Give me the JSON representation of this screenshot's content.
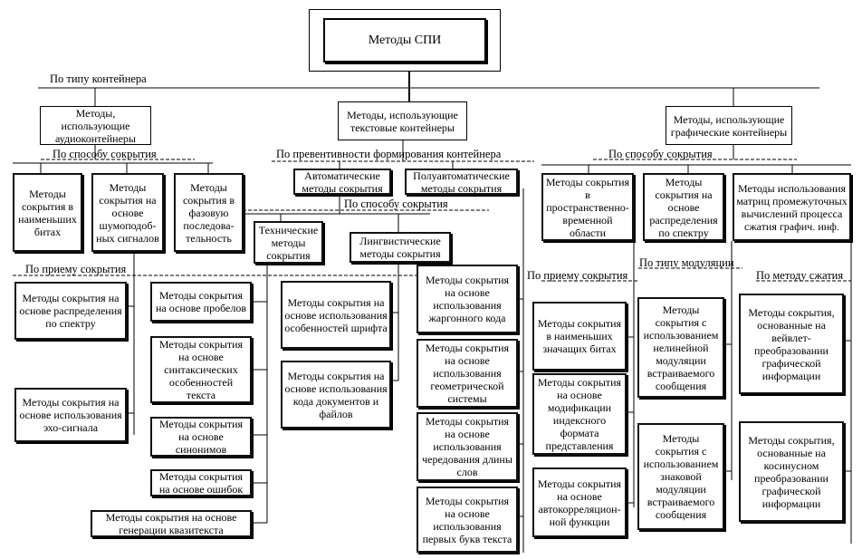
{
  "root": "Методы СПИ",
  "labels": {
    "by_container": "По типу контейнера",
    "audio_by_method": "По способу сокрытия",
    "by_preventiveness": "По превентивности формирования контейнера",
    "text_by_method": "По способу сокрытия",
    "graphic_by_method": "По способу сокрытия",
    "audio_by_technique": "По приему сокрытия",
    "graphic_by_technique": "По приему сокрытия",
    "by_modulation": "По типу модуляции",
    "by_compression": "По методу сжатия"
  },
  "level1": {
    "audio": "Методы, использующие аудиоконтейнеры",
    "text": "Методы, использующие текстовые контейнеры",
    "graphic": "Методы, использующие графические контейнеры"
  },
  "audio": {
    "least_bits": "Методы сокрытия в наименьших битах",
    "noise": "Методы сокрытия на основе шумоподоб-ных сигналов",
    "phase": "Методы сокрытия в фазовую последова-тельность",
    "spectrum": "Методы сокрытия на основе распределения по спектру",
    "echo": "Методы сокрытия на основе использования эхо-сигнала"
  },
  "text": {
    "automatic": "Автоматические методы сокрытия",
    "semiautomatic": "Полуавтоматические методы сокрытия",
    "technical": "Технические методы сокрытия",
    "linguistic": "Лингвистические методы сокрытия",
    "spaces": "Методы сокрытия на основе пробелов",
    "syntax": "Методы сокрытия на основе синтаксических особенностей текста",
    "synonyms": "Методы сокрытия на основе синонимов",
    "errors": "Методы сокрытия на основе ошибок",
    "quasitext": "Методы сокрытия на основе генерации квазитекста",
    "font": "Методы сокрытия на основе использования особенностей шрифта",
    "doc_code": "Методы сокрытия на основе использования кода документов и файлов",
    "jargon": "Методы сокрытия на основе использования жаргонного кода",
    "geometry": "Методы сокрытия на основе использования геометрической системы",
    "word_length": "Методы сокрытия на основе использования чередования длины слов",
    "first_letters": "Методы сокрытия на основе использования первых букв текста"
  },
  "graphic": {
    "spatial": "Методы сокрытия в пространственно-временной области",
    "spectrum": "Методы сокрытия на основе распределения по спектру",
    "matrices": "Методы использования матриц промежуточных вычислений процесса сжатия графич. инф.",
    "lsb": "Методы сокрытия в наименьших значащих битах",
    "index": "Методы сокрытия на основе модификации индексного формата представления",
    "autocorr": "Методы сокрытия на основе автокорреляцион-ной функции",
    "nonlinear": "Методы сокрытия с использованием нелинейной модуляции встраиваемого сообщения",
    "sign": "Методы сокрытия с использованием знаковой модуляции встраиваемого сообщения",
    "wavelet": "Методы сокрытия, основанные на вейвлет-преобразовании графической информации",
    "cosine": "Методы сокрытия, основанные на косинусном преобразовании графической информации"
  }
}
